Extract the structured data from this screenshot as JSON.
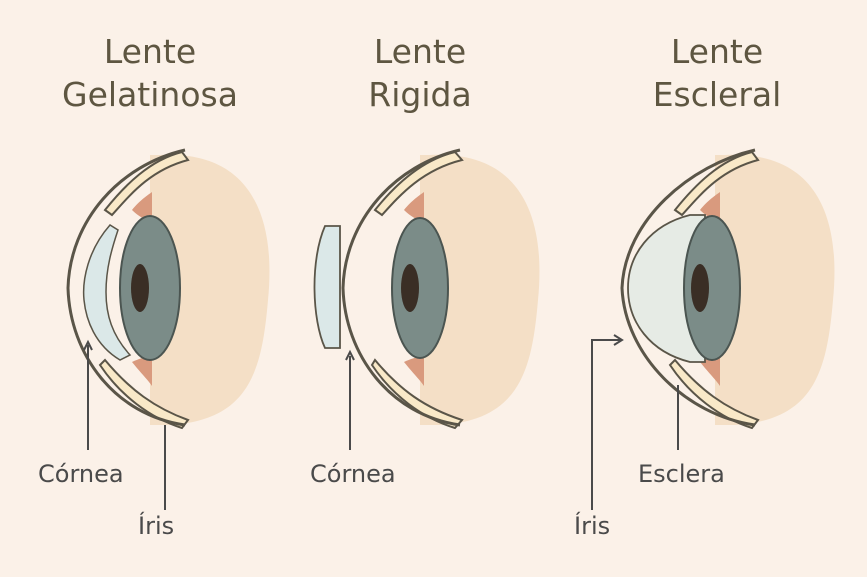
{
  "colors": {
    "background": "#fbf1e8",
    "skin": "#f4dfc6",
    "sclera_outline": "#5a5548",
    "eyelid": "#f9e9c8",
    "iris": "#7b8c88",
    "pupil": "#3a2e25",
    "lens": "#dbe8e8",
    "flesh": "#d99a7e"
  },
  "panels": [
    {
      "title_line1": "Lente",
      "title_line2": "Gelatinosa",
      "labels": [
        "Córnea",
        "Íris"
      ]
    },
    {
      "title_line1": "Lente",
      "title_line2": "Rigida",
      "labels": [
        "Córnea"
      ]
    },
    {
      "title_line1": "Lente",
      "title_line2": "Escleral",
      "labels": [
        "Esclera",
        "Íris"
      ]
    }
  ]
}
